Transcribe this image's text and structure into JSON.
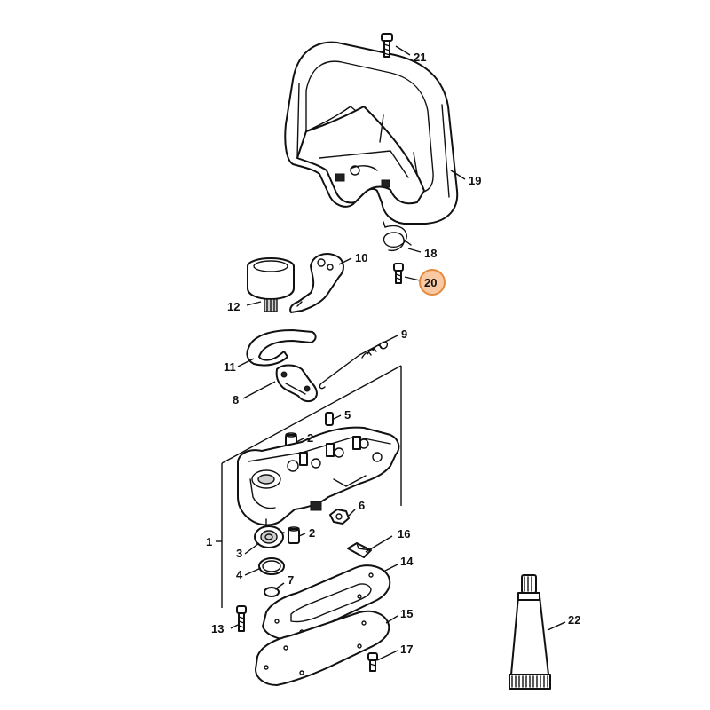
{
  "callouts": [
    {
      "id": "1",
      "label": "1"
    },
    {
      "id": "2a",
      "label": "2"
    },
    {
      "id": "2b",
      "label": "2"
    },
    {
      "id": "3",
      "label": "3"
    },
    {
      "id": "4",
      "label": "4"
    },
    {
      "id": "5",
      "label": "5"
    },
    {
      "id": "6",
      "label": "6"
    },
    {
      "id": "7",
      "label": "7"
    },
    {
      "id": "8",
      "label": "8"
    },
    {
      "id": "9",
      "label": "9"
    },
    {
      "id": "10",
      "label": "10"
    },
    {
      "id": "11",
      "label": "11"
    },
    {
      "id": "12",
      "label": "12"
    },
    {
      "id": "13",
      "label": "13"
    },
    {
      "id": "14",
      "label": "14"
    },
    {
      "id": "15",
      "label": "15"
    },
    {
      "id": "16",
      "label": "16"
    },
    {
      "id": "17",
      "label": "17"
    },
    {
      "id": "18",
      "label": "18"
    },
    {
      "id": "19",
      "label": "19"
    },
    {
      "id": "20",
      "label": "20",
      "highlighted": true
    },
    {
      "id": "21",
      "label": "21"
    },
    {
      "id": "22",
      "label": "22"
    }
  ],
  "colors": {
    "line": "#111111",
    "highlight_fill": "#f9c9a4",
    "highlight_stroke": "#e58a3c",
    "background": "#ffffff"
  }
}
